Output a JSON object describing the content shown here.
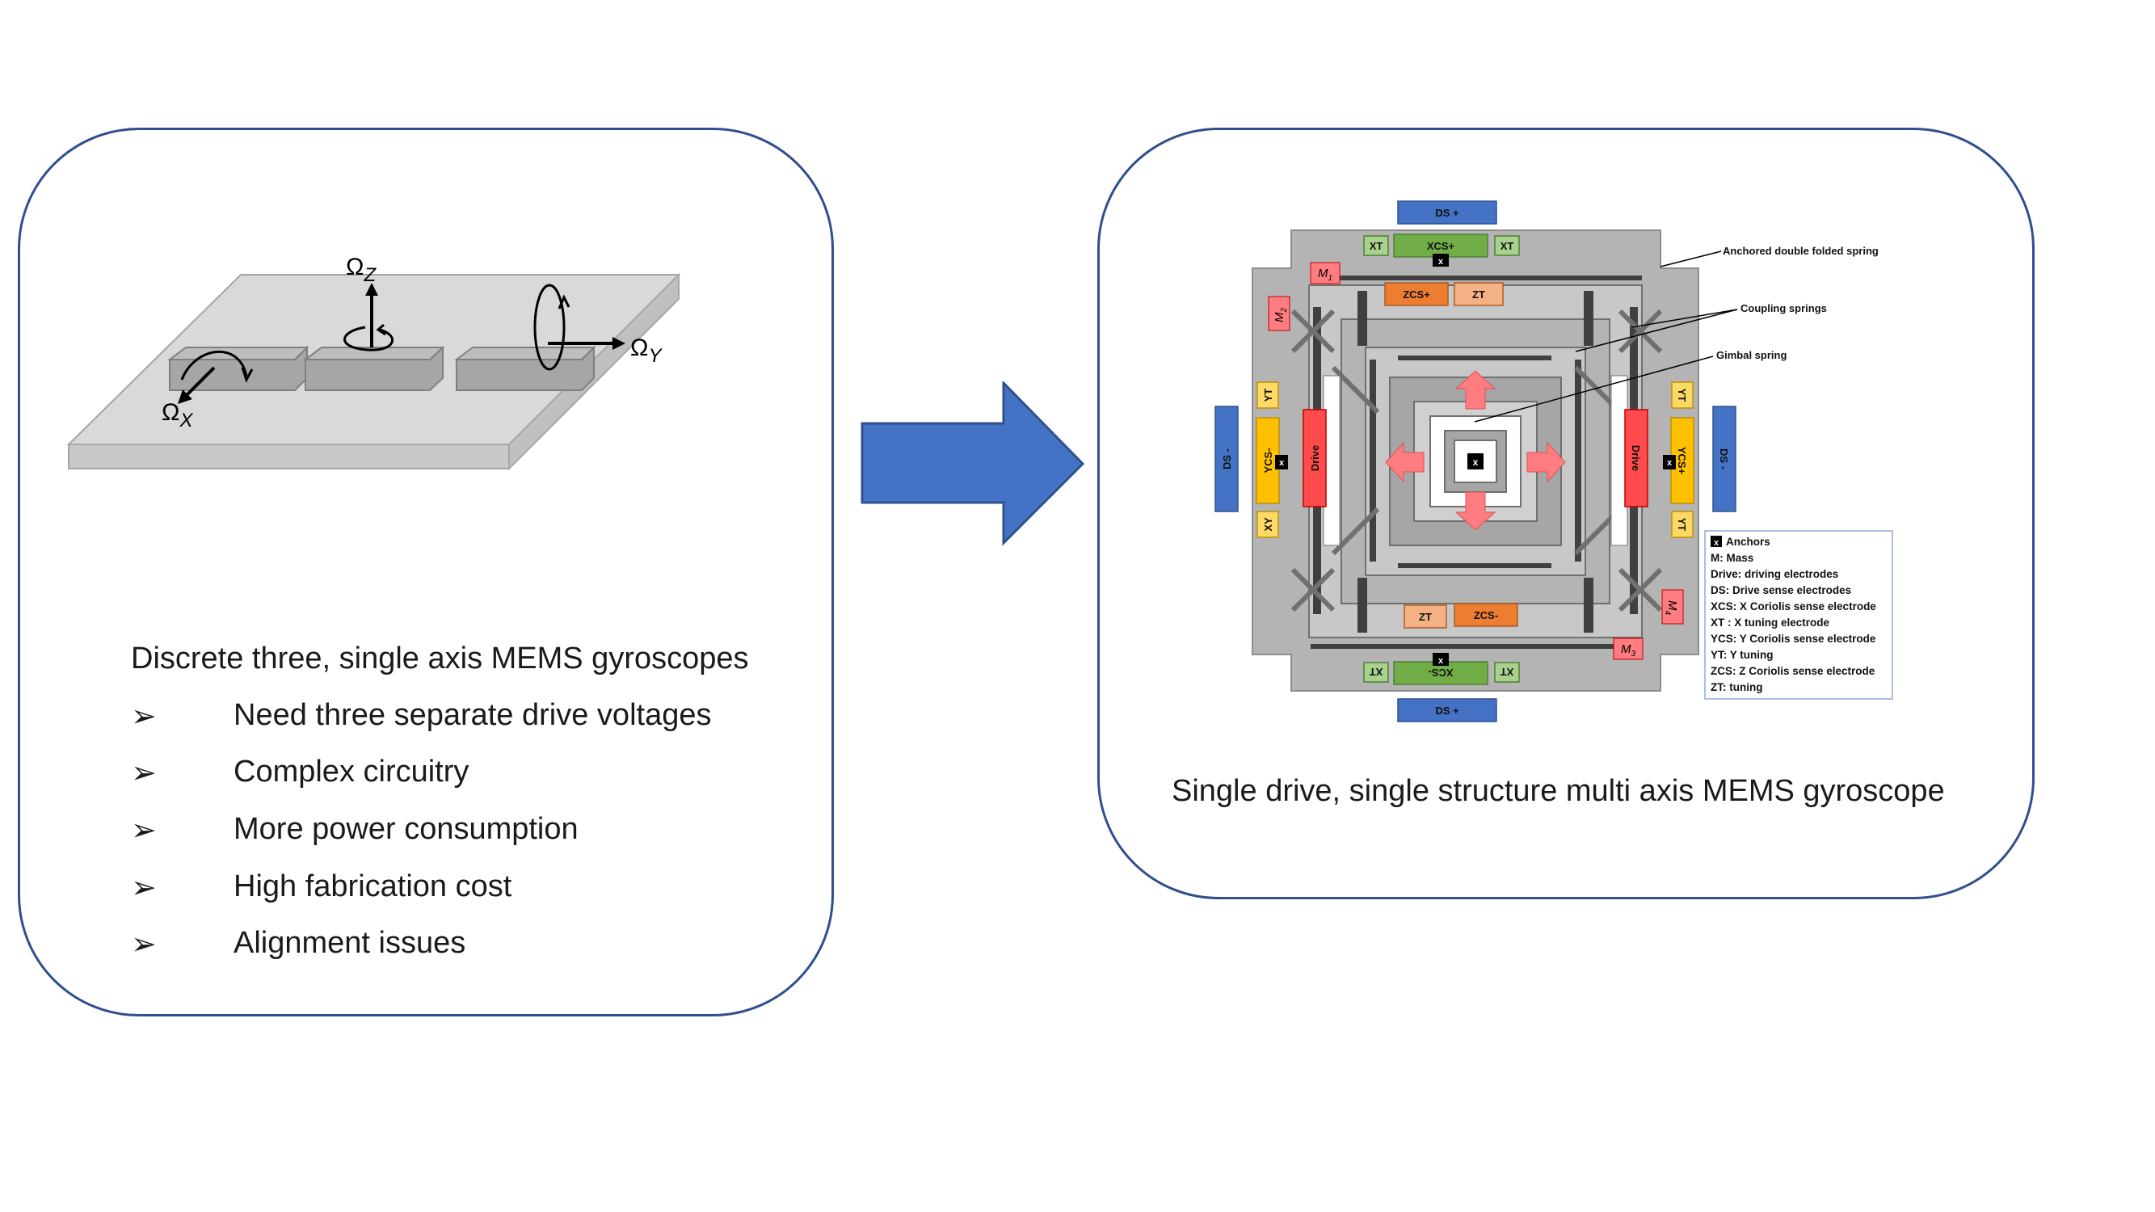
{
  "left_panel": {
    "heading": "Discrete three, single axis MEMS gyroscopes",
    "bullet_symbol": "➢",
    "bullets": [
      "Need three separate drive voltages",
      "Complex circuitry",
      "More power consumption",
      "High fabrication cost",
      "Alignment issues"
    ],
    "axis_labels": {
      "x": "Ω",
      "x_sub": "X",
      "y": "Ω",
      "y_sub": "Y",
      "z": "Ω",
      "z_sub": "Z"
    }
  },
  "right_panel": {
    "caption": "Single drive, single structure multi axis MEMS gyroscope",
    "electrodes": {
      "ds_top": "DS +",
      "ds_bottom": "DS +",
      "ds_left": "DS -",
      "ds_right": "DS -",
      "xcs_top": "XCS+",
      "xcs_bottom": "XCS-",
      "xt": "XT",
      "yt": "YT",
      "xy": "XY",
      "ycs_left": "YCS-",
      "ycs_right": "YCS+",
      "drive": "Drive",
      "zcs_top": "ZCS+",
      "zcs_bottom": "ZCS-",
      "zt": "ZT",
      "anchor": "x"
    },
    "masses": {
      "m1": "M",
      "m1_sub": "1",
      "m2": "M",
      "m2_sub": "2",
      "m3": "M",
      "m3_sub": "3",
      "m4": "M",
      "m4_sub": "4"
    },
    "annotations": {
      "anchored_spring": "Anchored double folded spring",
      "coupling_springs": "Coupling springs",
      "gimbal_spring": "Gimbal spring"
    },
    "legend": [
      "Anchors",
      "M: Mass",
      "Drive: driving electrodes",
      "DS: Drive sense electrodes",
      "XCS: X Coriolis sense electrode",
      "XT : X tuning electrode",
      "YCS: Y Coriolis sense electrode",
      "YT: Y tuning",
      "ZCS: Z Coriolis sense electrode",
      "ZT: tuning"
    ],
    "legend_anchor_glyph": "x"
  },
  "colors": {
    "panel_border": "#2f4f8f",
    "arrow": "#4472c4",
    "ds": "#4472c4",
    "xcs": "#70ad47",
    "xt": "#a9d18e",
    "yellow": "#ffc000",
    "yt": "#ffd966",
    "drive": "#ff4b4b",
    "zcs": "#ed7d31",
    "zt": "#f4b183",
    "mass": "#ff7c80",
    "structure": "#b4b4b4"
  }
}
